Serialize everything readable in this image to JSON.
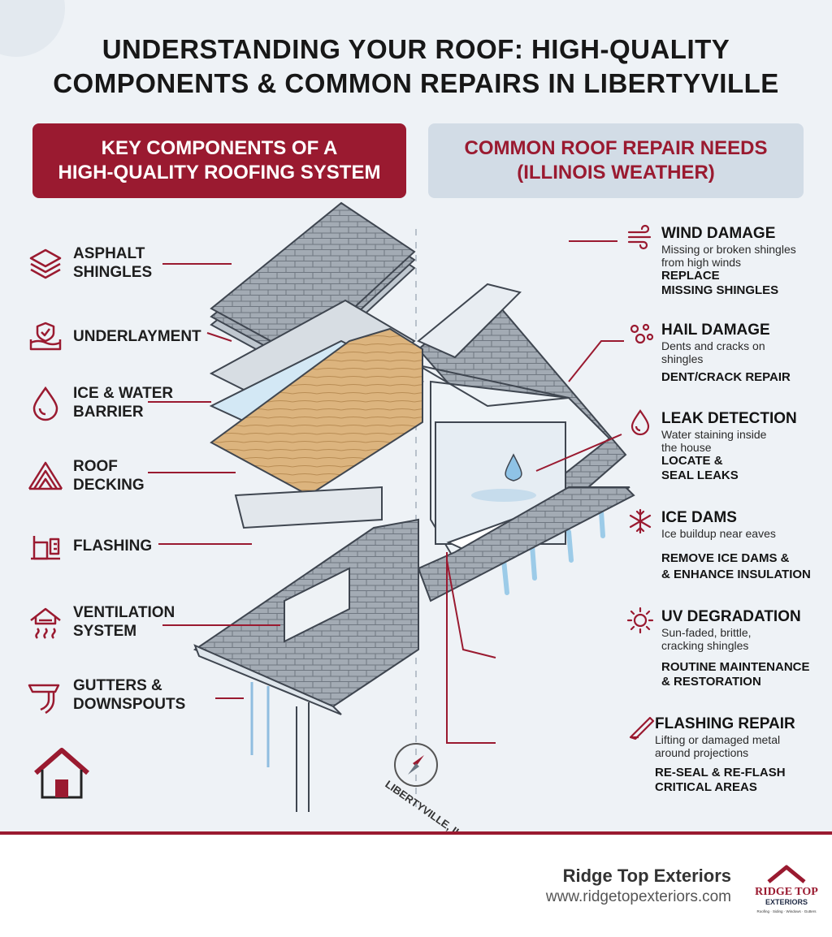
{
  "title": {
    "line1": "UNDERSTANDING YOUR ROOF: HIGH-QUALITY",
    "line2": "COMPONENTS & COMMON REPAIRS IN LIBERTYVILLE"
  },
  "left_header": {
    "line1": "KEY COMPONENTS OF A",
    "line2": "HIGH-QUALITY ROOFING SYSTEM"
  },
  "right_header": {
    "line1": "COMMON ROOF REPAIR NEEDS",
    "line2": "(ILLINOIS WEATHER)"
  },
  "components": [
    {
      "line1": "ASPHALT",
      "line2": "SHINGLES",
      "icon": "layers-icon"
    },
    {
      "line1": "UNDERLAYMENT",
      "line2": "",
      "icon": "underlayment-shield-icon"
    },
    {
      "line1": "ICE & WATER",
      "line2": "BARRIER",
      "icon": "water-drop-icon"
    },
    {
      "line1": "ROOF",
      "line2": "DECKING",
      "icon": "roof-decking-icon"
    },
    {
      "line1": "FLASHING",
      "line2": "",
      "icon": "flashing-icon"
    },
    {
      "line1": "VENTILATION",
      "line2": "SYSTEM",
      "icon": "ventilation-icon"
    },
    {
      "line1": "GUTTERS &",
      "line2": "DOWNSPOUTS",
      "icon": "gutter-icon"
    }
  ],
  "repairs": [
    {
      "heading": "WIND DAMAGE",
      "desc1": "Missing or broken shingles",
      "desc2": "from high winds",
      "action1": "REPLACE",
      "action2": "MISSING SHINGLES",
      "icon": "wind-icon"
    },
    {
      "heading": "HAIL DAMAGE",
      "desc1": "Dents and cracks on",
      "desc2": "shingles",
      "action1": "DENT/CRACK REPAIR",
      "action2": "",
      "icon": "hail-icon"
    },
    {
      "heading": "LEAK DETECTION",
      "desc1": "Water staining inside",
      "desc2": "the house",
      "action1": "LOCATE &",
      "action2": "SEAL LEAKS",
      "icon": "leak-drop-icon"
    },
    {
      "heading": "ICE DAMS",
      "desc1": "Ice buildup near eaves",
      "desc2": "",
      "action1": "REMOVE ICE DAMS &",
      "action2": "& ENHANCE INSULATION",
      "icon": "snowflake-icon"
    },
    {
      "heading": "UV DEGRADATION",
      "desc1": "Sun-faded, brittle,",
      "desc2": "cracking shingles",
      "action1": "ROUTINE MAINTENANCE",
      "action2": "& RESTORATION",
      "icon": "sun-icon"
    },
    {
      "heading": "FLASHING REPAIR",
      "desc1": "Lifting or damaged metal",
      "desc2": "around projections",
      "action1": "RE-SEAL & RE-FLASH",
      "action2": "CRITICAL AREAS",
      "icon": "flashing-repair-icon"
    }
  ],
  "compass_label": "LIBERTYVILLE, IL",
  "footer": {
    "brand": "Ridge Top Exteriors",
    "url": "www.ridgetopexteriors.com",
    "logo_line1": "RIDGE TOP",
    "logo_line2": "EXTERIORS",
    "logo_tagline": "Roofing · Siding · Windows · Gutters"
  },
  "colors": {
    "accent": "#9a1a30",
    "light_panel": "#d2dce6",
    "shingle": "#9aa3ad",
    "wood": "#d8b07a",
    "ice": "#cfe6f5"
  }
}
